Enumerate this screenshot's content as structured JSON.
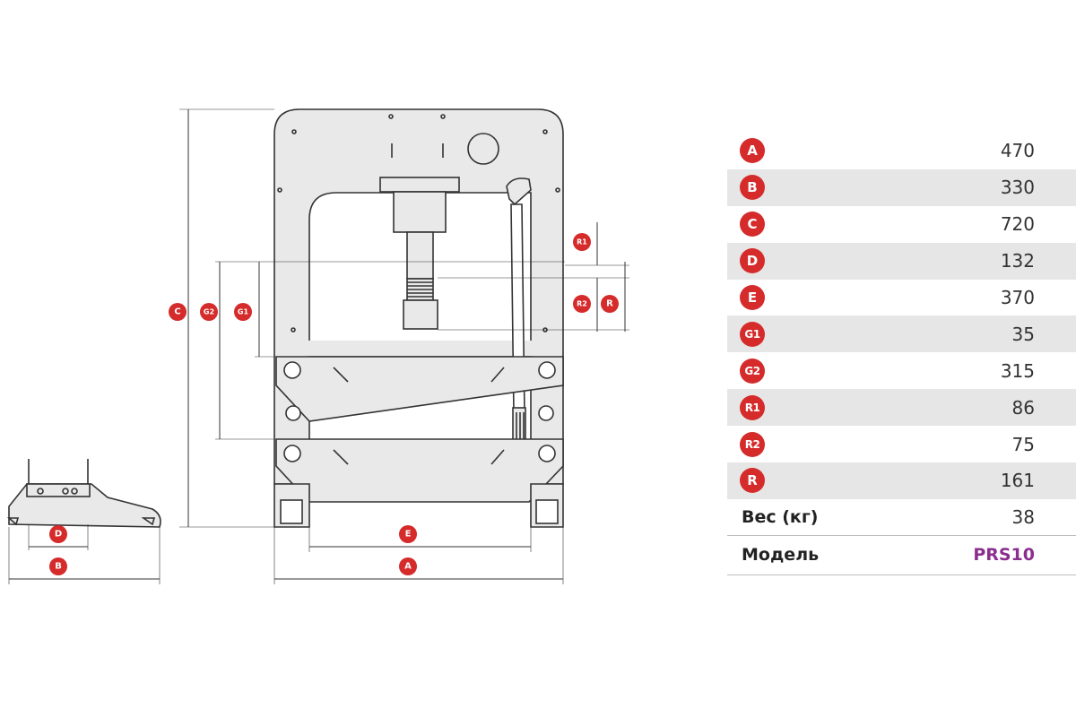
{
  "colors": {
    "marker": "#d52b2b",
    "accent": "#8b2e8f",
    "frame_fill": "#e9e9e9",
    "outline": "#333333"
  },
  "diagram_labels": {
    "width_total": "A",
    "base_depth": "B",
    "height_total": "C",
    "base_foot": "D",
    "inner_width": "E",
    "stroke_g1": "G1",
    "stroke_g2": "G2",
    "r1": "R1",
    "r2": "R2",
    "r": "R"
  },
  "specs": [
    {
      "key": "A",
      "value": "470"
    },
    {
      "key": "B",
      "value": "330"
    },
    {
      "key": "C",
      "value": "720"
    },
    {
      "key": "D",
      "value": "132"
    },
    {
      "key": "E",
      "value": "370"
    },
    {
      "key": "G1",
      "value": "35"
    },
    {
      "key": "G2",
      "value": "315"
    },
    {
      "key": "R1",
      "value": "86"
    },
    {
      "key": "R2",
      "value": "75"
    },
    {
      "key": "R",
      "value": "161"
    }
  ],
  "weight": {
    "label": "Вес (кг)",
    "value": "38"
  },
  "model": {
    "label": "Модель",
    "value": "PRS10"
  }
}
